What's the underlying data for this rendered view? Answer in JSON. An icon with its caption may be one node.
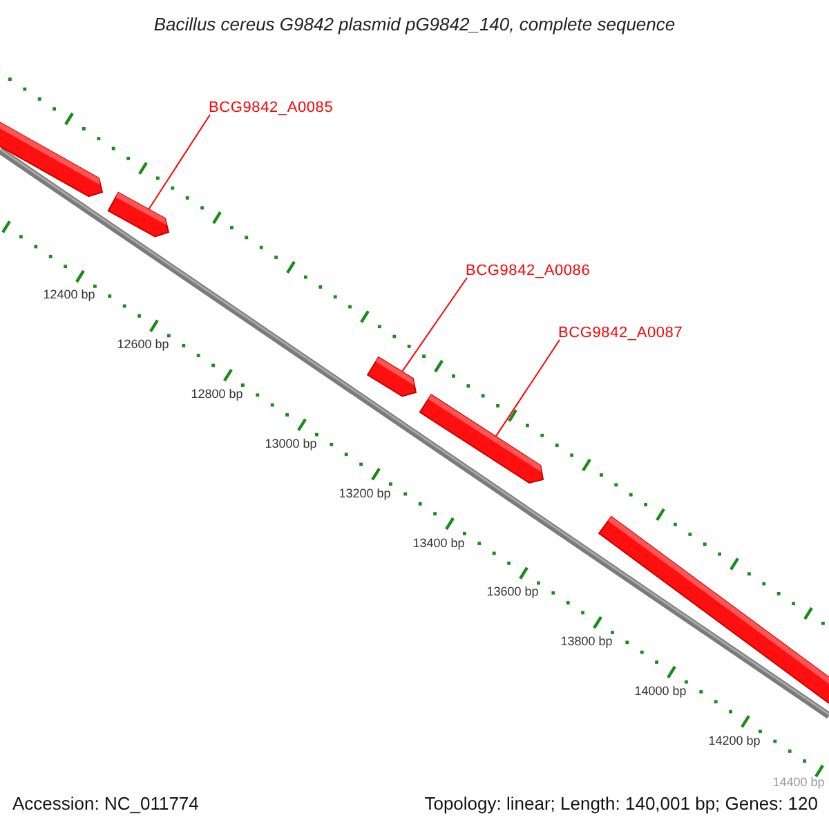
{
  "diagram": {
    "title": "Bacillus cereus G9842 plasmid pG9842_140, complete sequence",
    "nodes": [
      {
        "text": [],
        "shape": "bar"
      },
      {
        "text": [
          "BCG9842_A0085"
        ]
      },
      {
        "text": [],
        "shape": "bar"
      },
      {
        "text": [
          "BCG9842_A0086"
        ]
      },
      {
        "text": [],
        "shape": "bar"
      },
      {
        "text": [
          "BCG9842_A0087"
        ]
      },
      {
        "text": [],
        "shape": "bar"
      },
      {
        "text": [],
        "shape": "bar"
      }
    ],
    "edges": [
      {
        "from": 1,
        "to": 2,
        "arrow": "none"
      },
      {
        "from": 3,
        "to": 4,
        "arrow": "none"
      },
      {
        "from": 5,
        "to": 6,
        "arrow": "none"
      }
    ],
    "labels": [
      "12400 bp",
      "12600 bp",
      "12800 bp",
      "13000 bp",
      "13200 bp",
      "13400 bp",
      "13600 bp",
      "13800 bp",
      "14000 bp",
      "14200 bp",
      "14400 bp",
      "Accession: NC_011774",
      "Topology: linear; Length: 140,001 bp; Genes: 120"
    ]
  }
}
